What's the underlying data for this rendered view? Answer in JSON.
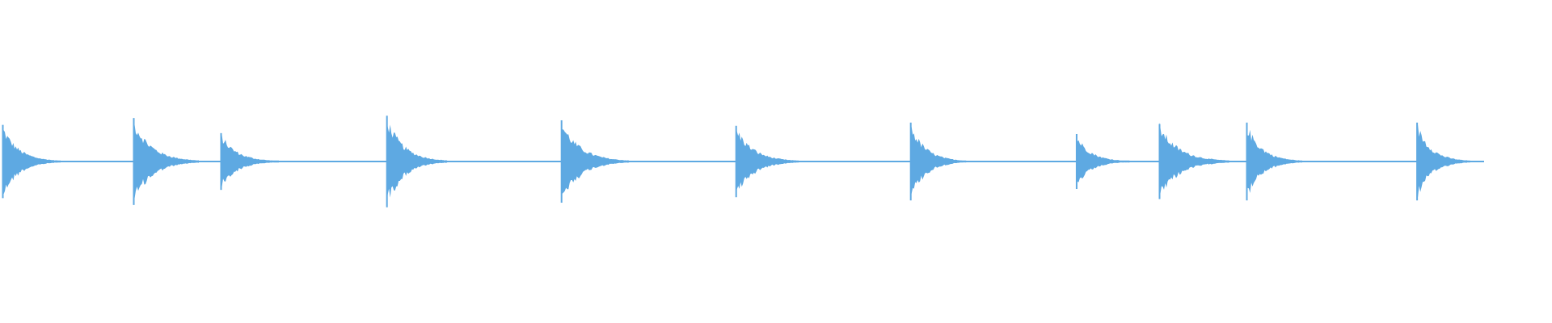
{
  "waveform": {
    "color": "#5ea9e2",
    "background": "#ffffff",
    "onsets": [
      {
        "time": 0.0,
        "amplitude": 0.8,
        "decay": 0.55
      },
      {
        "time": 1.5,
        "amplitude": 0.95,
        "decay": 0.7
      },
      {
        "time": 2.5,
        "amplitude": 0.62,
        "decay": 0.55
      },
      {
        "time": 4.4,
        "amplitude": 1.0,
        "decay": 0.6
      },
      {
        "time": 6.4,
        "amplitude": 0.9,
        "decay": 0.75
      },
      {
        "time": 8.4,
        "amplitude": 0.78,
        "decay": 0.65
      },
      {
        "time": 10.4,
        "amplitude": 0.85,
        "decay": 0.5
      },
      {
        "time": 12.3,
        "amplitude": 0.6,
        "decay": 0.45
      },
      {
        "time": 13.25,
        "amplitude": 0.82,
        "decay": 0.8
      },
      {
        "time": 14.25,
        "amplitude": 0.85,
        "decay": 0.5
      },
      {
        "time": 16.2,
        "amplitude": 0.85,
        "decay": 0.45
      }
    ]
  }
}
